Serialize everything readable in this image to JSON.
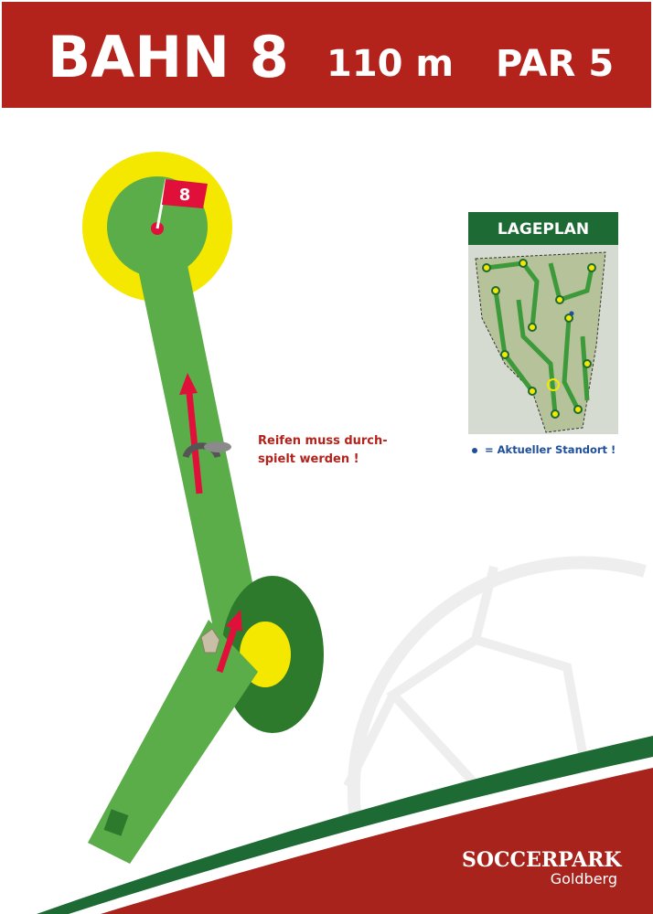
{
  "header": {
    "title": "BAHN 8",
    "length": "110 m",
    "par": "PAR 5"
  },
  "flag_number": "8",
  "obstacle_note": [
    "Reifen muss durch-",
    "spielt werden !"
  ],
  "site_map": {
    "title": "LAGEPLAN",
    "legend": "= Aktueller Standort !"
  },
  "logo": {
    "name": "SOCCERPARK",
    "sub": "Goldberg"
  },
  "colors": {
    "red": "#b3231b",
    "green": "#5aad48",
    "dark_green": "#2e7a2c",
    "yellow": "#f4e800"
  }
}
